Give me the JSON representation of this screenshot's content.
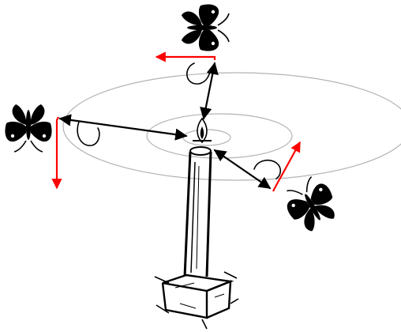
{
  "colors": {
    "ink": "#000000",
    "orbit": "#b3b3b3",
    "heading_arrow": "#ff0000",
    "background": "#ffffff"
  },
  "scene": {
    "light_source": "candle-icon",
    "moths": [
      {
        "id": "moth-top",
        "icon": "moth-icon",
        "heading_arrow": "red",
        "angle_marker": "arc"
      },
      {
        "id": "moth-left",
        "icon": "moth-icon",
        "heading_arrow": "red",
        "angle_marker": "arc"
      },
      {
        "id": "moth-right",
        "icon": "moth-icon",
        "heading_arrow": "red",
        "angle_marker": "arc"
      }
    ],
    "orbits": 3
  }
}
